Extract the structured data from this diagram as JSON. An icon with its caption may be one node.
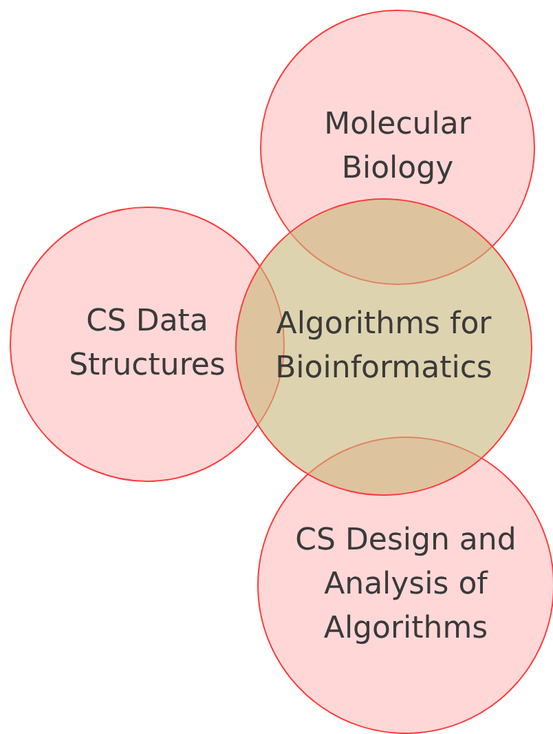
{
  "diagram": {
    "nodes": [
      {
        "text": [
          "Molecular Biology"
        ]
      },
      {
        "text": [
          "CS Data Structures"
        ]
      },
      {
        "text": [
          "CS Design and Analysis of Algorithms"
        ]
      },
      {
        "text": [
          "Algorithms for Bioinformatics"
        ]
      }
    ]
  }
}
